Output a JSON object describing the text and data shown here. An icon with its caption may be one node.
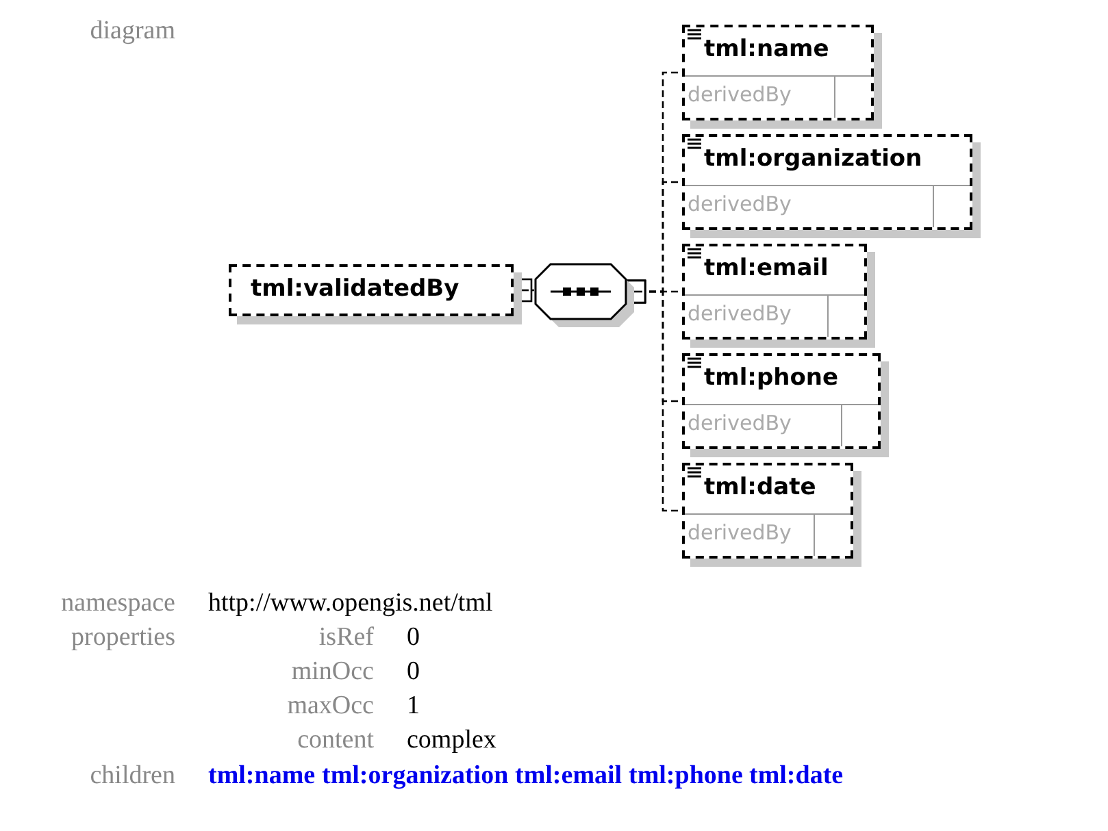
{
  "diagram": {
    "nodes": [
      {
        "text": [
          "tml:validatedBy"
        ]
      },
      {
        "text": [],
        "shape": "octagon"
      },
      {
        "text": [
          "tml:name",
          "derivedBy"
        ]
      },
      {
        "text": [
          "tml:organization",
          "derivedBy"
        ]
      },
      {
        "text": [
          "tml:email",
          "derivedBy"
        ]
      },
      {
        "text": [
          "tml:phone",
          "derivedBy"
        ]
      },
      {
        "text": [
          "tml:date",
          "derivedBy"
        ]
      }
    ],
    "edges": [
      {
        "from": 0,
        "to": 1,
        "arrow": "other"
      },
      {
        "from": 1,
        "to": 2,
        "arrow": "other",
        "style": "dashed"
      },
      {
        "from": 1,
        "to": 3,
        "arrow": "other",
        "style": "dashed"
      },
      {
        "from": 1,
        "to": 4,
        "arrow": "other",
        "style": "dashed"
      },
      {
        "from": 1,
        "to": 5,
        "arrow": "other",
        "style": "dashed"
      },
      {
        "from": 1,
        "to": 6,
        "arrow": "other",
        "style": "dashed"
      }
    ],
    "labels": [
      "diagram",
      "namespace",
      "http://www.opengis.net/tml",
      "properties",
      "isRef",
      "0",
      "minOcc",
      "0",
      "maxOcc",
      "1",
      "content",
      "complex",
      "children",
      "tml:name",
      "tml:organization",
      "tml:email",
      "tml:phone",
      "tml:date"
    ]
  }
}
